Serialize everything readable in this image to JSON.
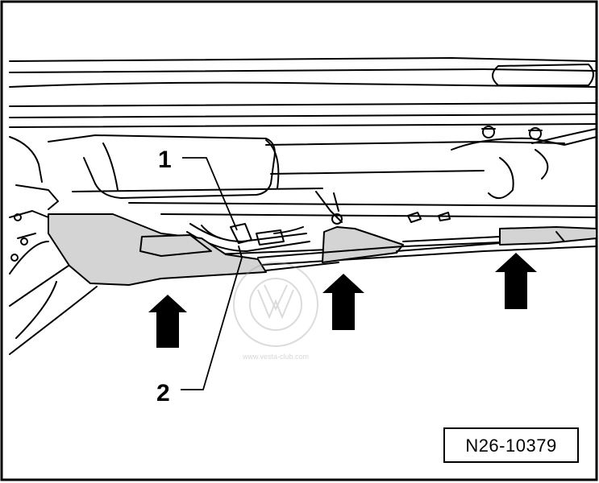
{
  "figure": {
    "callouts": [
      {
        "label": "1",
        "target": "pipe-clamp"
      },
      {
        "label": "2",
        "target": "sensor-connector"
      }
    ],
    "arrows": [
      {
        "name": "left-panel-arrow",
        "direction": "up"
      },
      {
        "name": "middle-panel-arrow",
        "direction": "up"
      },
      {
        "name": "right-panel-arrow",
        "direction": "up"
      }
    ],
    "figure_code": "N26-10379",
    "watermark_text": "www.vesta-club.com",
    "colors": {
      "line": "#000000",
      "panel_fill": "#d4d4d4",
      "background": "#ffffff"
    }
  }
}
